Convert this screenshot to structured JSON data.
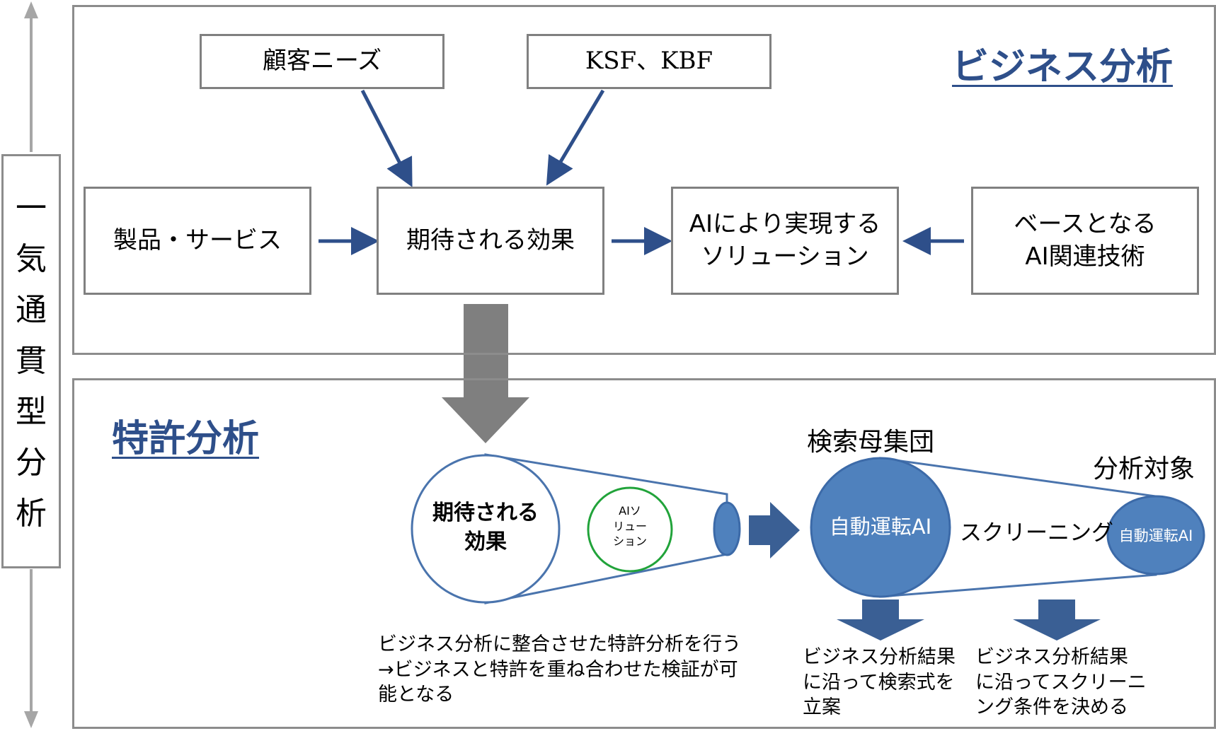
{
  "side_label": "一気通貫型分析",
  "business": {
    "title": "ビジネス分析",
    "customer_needs": "顧客ニーズ",
    "ksf_kbf": "KSF、KBF",
    "products": "製品・サービス",
    "expected_effect": "期待される効果",
    "ai_solution_lines": [
      "AIにより実現する",
      "ソリューション"
    ],
    "base_tech_lines": [
      "ベースとなる",
      "AI関連技術"
    ]
  },
  "patent": {
    "title": "特許分析",
    "expected_effect_lines": [
      "期待される",
      "効果"
    ],
    "ai_solution_small_lines": [
      "AIソ",
      "リュー",
      "ション"
    ],
    "search_population": "検索母集団",
    "analysis_target": "分析対象",
    "autonomous_ai": "自動運転AI",
    "autonomous_ai_small": "自動運転AI",
    "screening": "スクリーニング",
    "note_lines": [
      "ビジネス分析に整合させた特許分析を行う",
      "→ビジネスと特許を重ね合わせた検証が可",
      "能となる"
    ],
    "query_note_lines": [
      "ビジネス分析結果",
      "に沿って検索式を",
      "立案"
    ],
    "screening_note_lines": [
      "ビジネス分析結果",
      "に沿ってスクリーニ",
      "ング条件を決める"
    ]
  },
  "colors": {
    "title_blue": "#2e4f8a",
    "arrow_blue": "#2e4f8a",
    "circle_fill": "#4f81bd",
    "circle_border": "#3c6aa8",
    "green_ring": "#21a33a",
    "gray_arrow": "#7f7f7f",
    "panel_border": "#8c8c8c"
  }
}
